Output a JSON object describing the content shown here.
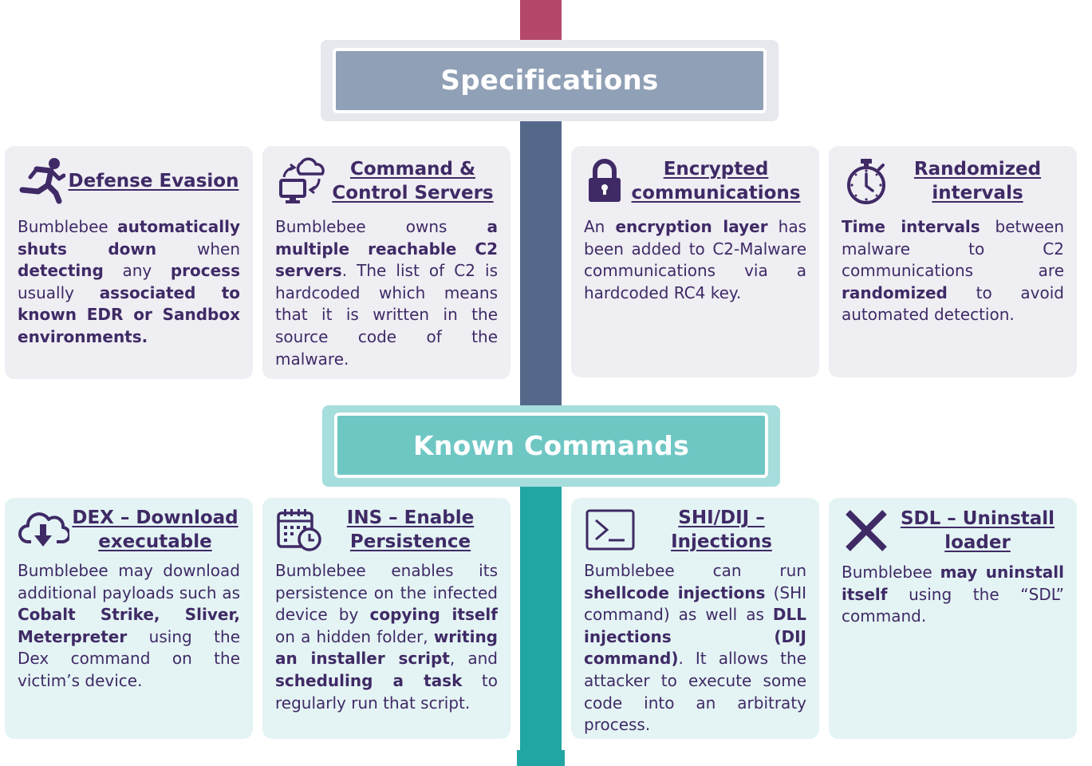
{
  "sections": {
    "specifications": "Specifications",
    "known_commands": "Known Commands"
  },
  "spec_cards": [
    {
      "icon": "running-person-icon",
      "title_line1": "Defense Evasion",
      "body": [
        {
          "t": "Bumblebee "
        },
        {
          "b": "automatically shuts down"
        },
        {
          "t": " when "
        },
        {
          "b": "detecting"
        },
        {
          "t": " any "
        },
        {
          "b": "process"
        },
        {
          "t": " usually "
        },
        {
          "b": "associated to known EDR or Sandbox environments."
        }
      ]
    },
    {
      "icon": "cloud-computer-icon",
      "title_line1": "Command &",
      "title_line2": "Control Servers",
      "body": [
        {
          "t": "Bumblebee owns "
        },
        {
          "b": "a multiple reachable C2 servers"
        },
        {
          "t": ". The list of C2 is hardcoded which means that it is written in the source code of the malware."
        }
      ]
    },
    {
      "icon": "padlock-icon",
      "title_line1": "Encrypted",
      "title_line2": "communications",
      "body": [
        {
          "t": "An "
        },
        {
          "b": "encryption layer"
        },
        {
          "t": " has been added to C2-Malware communications via a hardcoded RC4 key."
        }
      ]
    },
    {
      "icon": "stopwatch-icon",
      "title_line1": "Randomized",
      "title_line2": "intervals",
      "body": [
        {
          "b": "Time intervals"
        },
        {
          "t": " between malware to C2 communications are "
        },
        {
          "b": "randomized"
        },
        {
          "t": " to avoid automated detection."
        }
      ]
    }
  ],
  "cmd_cards": [
    {
      "icon": "cloud-download-icon",
      "title_line1": "DEX – Download",
      "title_line2": "executable",
      "body": [
        {
          "t": "Bumblebee may download additional payloads such as "
        },
        {
          "b": "Cobalt Strike, Sliver, Meterpreter"
        },
        {
          "t": " using the Dex command on the victim’s device."
        }
      ]
    },
    {
      "icon": "calendar-clock-icon",
      "title_line1": "INS – Enable",
      "title_line2": "Persistence",
      "body": [
        {
          "t": "Bumblebee enables its persistence on the infected device by "
        },
        {
          "b": "copying itself"
        },
        {
          "t": " on a hidden folder, "
        },
        {
          "b": "writing an installer script"
        },
        {
          "t": ", and "
        },
        {
          "b": "scheduling a task"
        },
        {
          "t": " to regularly run that script."
        }
      ]
    },
    {
      "icon": "terminal-icon",
      "title_line1": "SHI/DIJ –",
      "title_line2": "Injections",
      "body": [
        {
          "t": "Bumblebee can run "
        },
        {
          "b": "shellcode injections"
        },
        {
          "t": " (SHI command) as well as "
        },
        {
          "b": "DLL injections (DIJ command)"
        },
        {
          "t": ". It allows the attacker to execute some code into an arbitraty process."
        }
      ]
    },
    {
      "icon": "x-mark-icon",
      "title_line1": "SDL – Uninstall",
      "title_line2": "loader",
      "body": [
        {
          "t": "Bumblebee "
        },
        {
          "b": "may uninstall itself"
        },
        {
          "t": " using the “SDL” command."
        }
      ]
    }
  ],
  "colors": {
    "spine_top": "#b5486a",
    "spine_mid": "#54698a",
    "spine_bottom": "#22a6a3",
    "spec_banner": "#90a0b6",
    "commands_banner": "#6fc7c4",
    "text": "#3f2a66",
    "spec_card_bg": "#efeef3",
    "cmd_card_bg": "#e4f4f4"
  }
}
